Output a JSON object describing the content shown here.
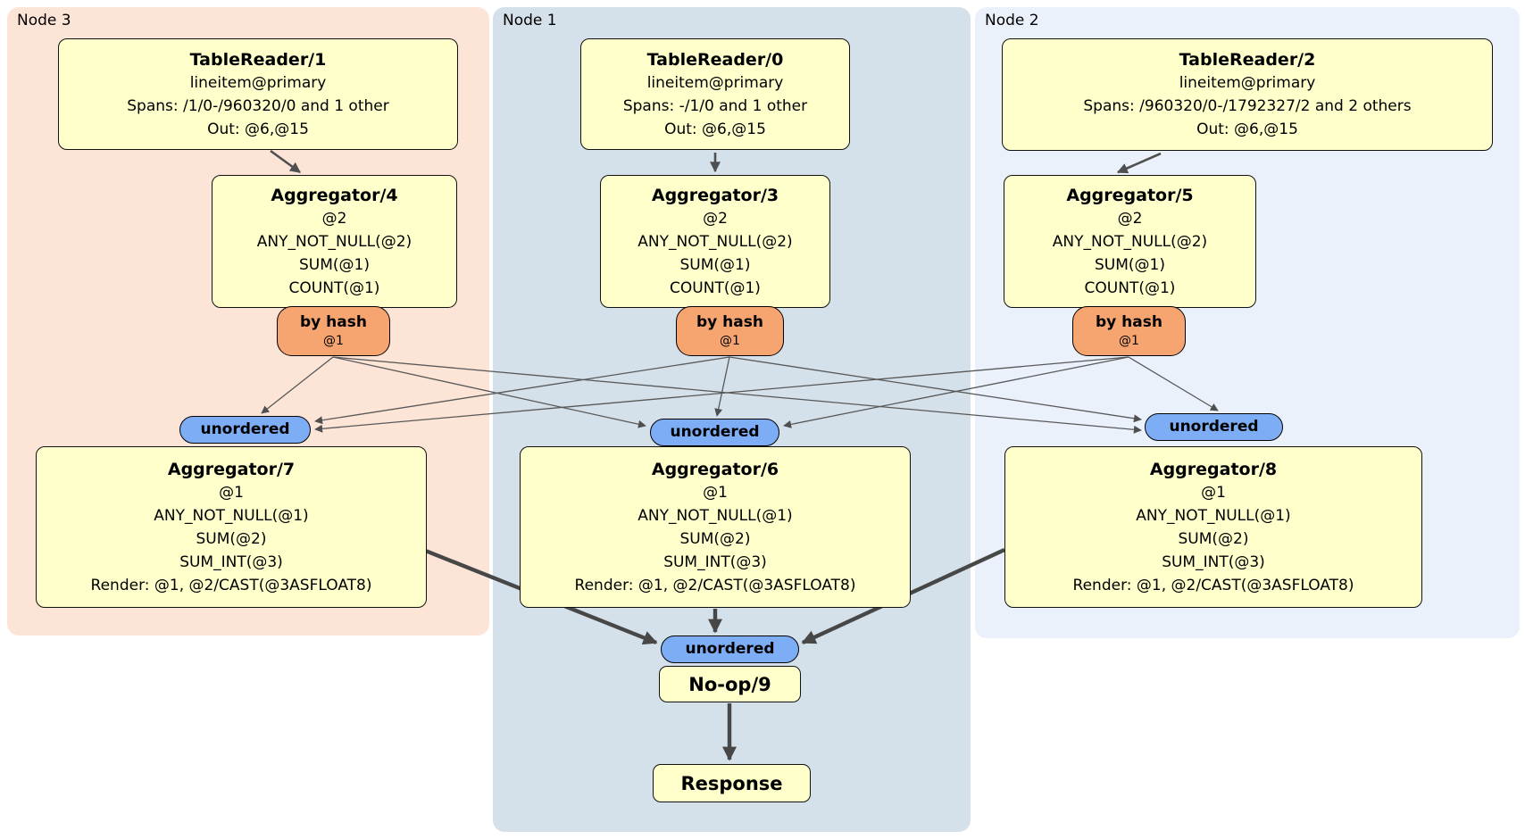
{
  "regions": [
    {
      "id": "node3",
      "label": "Node 3",
      "color": "#fce4d7"
    },
    {
      "id": "node1",
      "label": "Node 1",
      "color": "#d5e1ea"
    },
    {
      "id": "node2",
      "label": "Node 2",
      "color": "#ebf1fb"
    }
  ],
  "pills": {
    "by_hash": {
      "label": "by hash",
      "detail": "@1",
      "color": "#f6a470"
    },
    "unordered": {
      "label": "unordered",
      "color": "#7dadf5"
    }
  },
  "processors": {
    "tablereader1": {
      "title": "TableReader/1",
      "lines": [
        "lineitem@primary",
        "Spans: /1/0-/960320/0 and 1 other",
        "Out: @6,@15"
      ]
    },
    "tablereader0": {
      "title": "TableReader/0",
      "lines": [
        "lineitem@primary",
        "Spans: -/1/0 and 1 other",
        "Out: @6,@15"
      ]
    },
    "tablereader2": {
      "title": "TableReader/2",
      "lines": [
        "lineitem@primary",
        "Spans: /960320/0-/1792327/2 and 2 others",
        "Out: @6,@15"
      ]
    },
    "aggregator4": {
      "title": "Aggregator/4",
      "lines": [
        "@2",
        "ANY_NOT_NULL(@2)",
        "SUM(@1)",
        "COUNT(@1)"
      ]
    },
    "aggregator3": {
      "title": "Aggregator/3",
      "lines": [
        "@2",
        "ANY_NOT_NULL(@2)",
        "SUM(@1)",
        "COUNT(@1)"
      ]
    },
    "aggregator5": {
      "title": "Aggregator/5",
      "lines": [
        "@2",
        "ANY_NOT_NULL(@2)",
        "SUM(@1)",
        "COUNT(@1)"
      ]
    },
    "aggregator7": {
      "title": "Aggregator/7",
      "lines": [
        "@1",
        "ANY_NOT_NULL(@1)",
        "SUM(@2)",
        "SUM_INT(@3)",
        "Render: @1, @2/CAST(@3ASFLOAT8)"
      ]
    },
    "aggregator6": {
      "title": "Aggregator/6",
      "lines": [
        "@1",
        "ANY_NOT_NULL(@1)",
        "SUM(@2)",
        "SUM_INT(@3)",
        "Render: @1, @2/CAST(@3ASFLOAT8)"
      ]
    },
    "aggregator8": {
      "title": "Aggregator/8",
      "lines": [
        "@1",
        "ANY_NOT_NULL(@1)",
        "SUM(@2)",
        "SUM_INT(@3)",
        "Render: @1, @2/CAST(@3ASFLOAT8)"
      ]
    },
    "noop": {
      "title": "No-op/9"
    },
    "response": {
      "title": "Response"
    }
  },
  "colors": {
    "box_fill": "#ffffcc",
    "box_border": "#111111",
    "edge": "#4f4f4f"
  }
}
